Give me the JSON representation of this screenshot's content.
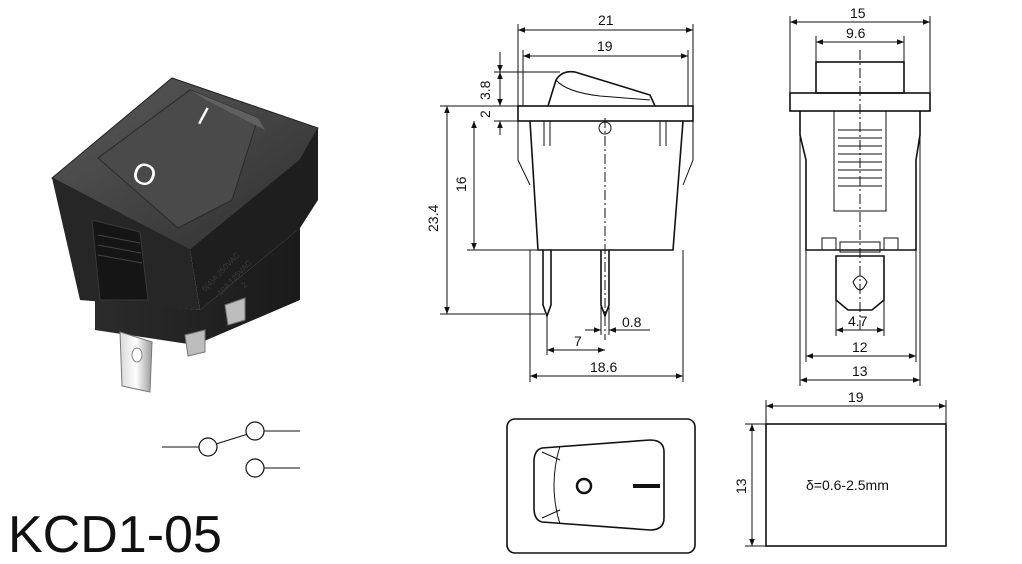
{
  "model": "KCD1-05",
  "photo": {
    "rocker_on_symbol": "I",
    "rocker_off_symbol": "O",
    "rating_line_1": "6(4)A 250VAC",
    "rating_line_2": "10A 125VAC",
    "rating_line_3": "2"
  },
  "schematic": {
    "icon": "spdt-switch-symbol-icon"
  },
  "front_view": {
    "dims": {
      "width_top": "21",
      "width_bezel": "19",
      "rocker_height": "3.8",
      "bezel_thickness": "2",
      "total_height": "23.4",
      "body_height": "16",
      "terminal_thickness": "0.8",
      "terminal_spacing": "7",
      "body_width": "18.6"
    }
  },
  "side_view": {
    "dims": {
      "width_top": "15",
      "rocker_width": "9.6",
      "terminal_width": "4.7",
      "body_lower": "12",
      "body_width": "13"
    }
  },
  "top_view": {
    "on_symbol": "I",
    "off_symbol": "O"
  },
  "panel_cutout": {
    "width": "19",
    "height": "13",
    "thickness_note": "δ=0.6-2.5mm"
  }
}
